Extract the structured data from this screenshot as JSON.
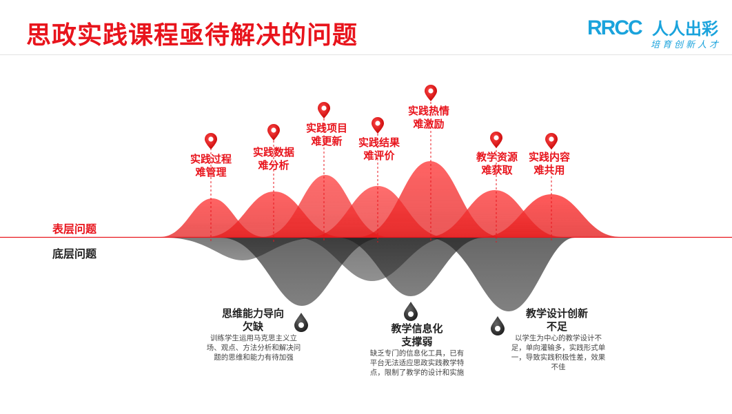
{
  "header": {
    "title": "思政实践课程亟待解决的问题",
    "logo_mark": "RRCC",
    "logo_text": "人人出彩",
    "logo_slogan": "培育创新人才"
  },
  "layers": {
    "surface": "表层问题",
    "deep": "底层问题"
  },
  "surface_problems": [
    {
      "line1": "实践过程",
      "line2": "难管理"
    },
    {
      "line1": "实践数据",
      "line2": "难分析"
    },
    {
      "line1": "实践项目",
      "line2": "难更新"
    },
    {
      "line1": "实践结果",
      "line2": "难评价"
    },
    {
      "line1": "实践热情",
      "line2": "难激励"
    },
    {
      "line1": "教学资源",
      "line2": "难获取"
    },
    {
      "line1": "实践内容",
      "line2": "难共用"
    }
  ],
  "deep_problems": [
    {
      "line1": "思维能力导向",
      "line2": "欠缺",
      "desc": "训练学生运用马克思主义立场、观点、方法分析和解决问题的思维和能力有待加强"
    },
    {
      "line1": "教学信息化",
      "line2": "支撑弱",
      "desc": "缺乏专门的信息化工具，已有平台无法适应思政实践教学特点，限制了教学的设计和实施"
    },
    {
      "line1": "教学设计创新",
      "line2": "不足",
      "desc": "以学生为中心的教学设计不足，单向灌输多，实践形式单一，导致实践积极性差，效果不佳"
    }
  ],
  "colors": {
    "accent_red": "#e8141c",
    "deep_gray": "#3a3a3a",
    "logo_blue": "#1aa3dc"
  },
  "icons": {
    "surface_marker": "map-pin-icon",
    "deep_marker": "drop-pin-icon"
  }
}
